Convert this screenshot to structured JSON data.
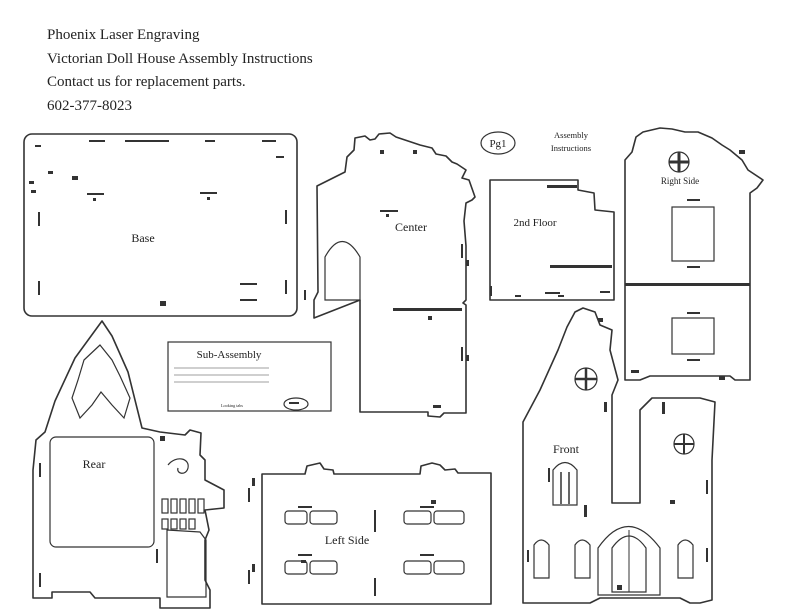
{
  "header": {
    "company": "Phoenix Laser Engraving",
    "title": "Victorian Doll House Assembly Instructions",
    "contact": "Contact us for replacement parts.",
    "phone": "602-377-8023"
  },
  "page_label": "Pg1",
  "assembly": {
    "line1": "Assembly",
    "line2": "Instructions"
  },
  "parts": {
    "base": "Base",
    "center": "Center",
    "second_floor": "2nd Floor",
    "right_side": "Right Side",
    "rear": "Rear",
    "left_side": "Left Side",
    "front": "Front"
  },
  "sub_assembly": {
    "title": "Sub-Assembly",
    "footer": "Looking tabs"
  }
}
